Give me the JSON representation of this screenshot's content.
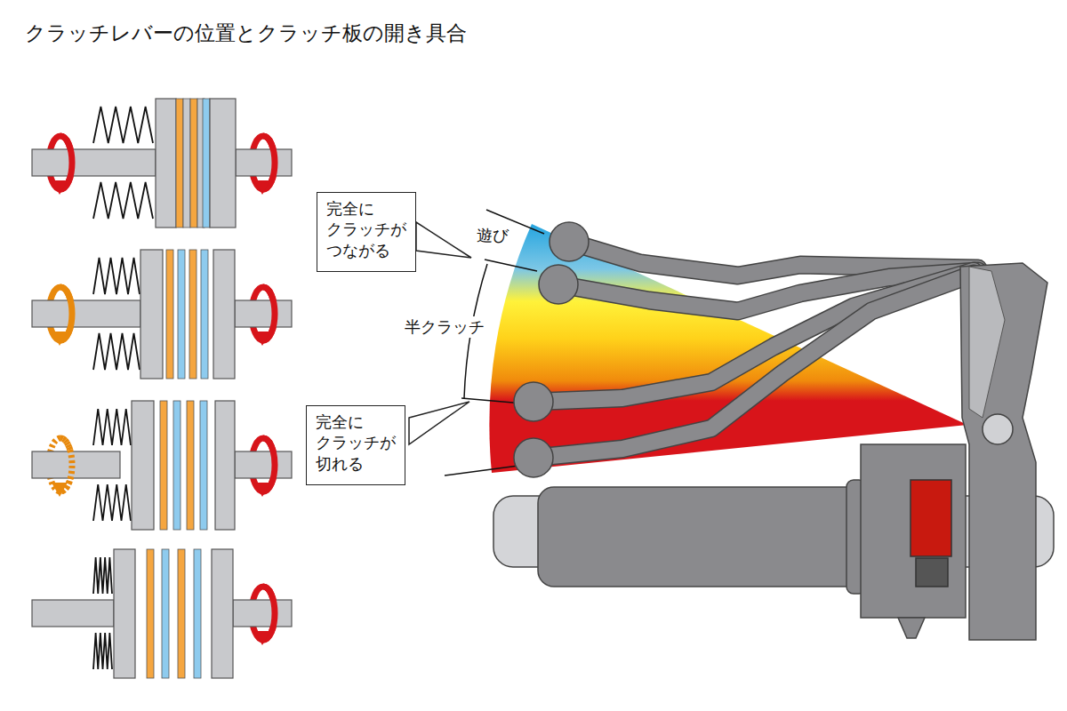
{
  "diagram": {
    "title": "クラッチレバーの位置とクラッチ板の開き具合",
    "nodes": [
      {
        "text": [
          "完全に クラッチが つながる"
        ]
      },
      {
        "text": [
          "完全に クラッチが 切れる"
        ]
      }
    ],
    "labels": [
      "遊び",
      "半クラッチ"
    ]
  }
}
